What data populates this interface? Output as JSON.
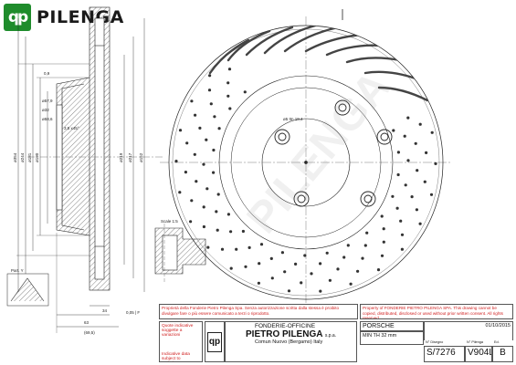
{
  "brand": {
    "name": "PILENGA",
    "badge": "qp",
    "color": "#1f8c2c"
  },
  "section_labels": {
    "left_dims": [
      "ø354",
      "ø244",
      "ø181",
      "ø190",
      "ø219",
      "ø217",
      "ø152",
      "ø153"
    ],
    "top_dims": [
      "0,9",
      "ø57,9",
      "ø32",
      "ø58,6",
      "3,5 x45°"
    ],
    "center_dim": "ø5 ttn 19,4",
    "scale_label": "Scale 1:5",
    "part_label": "Part. Y",
    "bottom_dims": [
      "34",
      "63",
      "(69,5)"
    ],
    "roughness": "0,05 | F"
  },
  "watermark": "PILENGA",
  "title_block": {
    "notice_red_left": "Proprietà della Fonderie Pietro Pilenga Spa. Senza autorizzazione scritta dalla stessa è proibito divulgare fare o più essere comunicato a terzi o riprodotto.",
    "notice_red_right": "Property of FONDERIE PIETRO PILENGA SPA. This drawing cannot be copied, distributed, disclosed or used without prior written consent. All rights reserved.",
    "notes_red": [
      "Quote indicative soggette a variazioni",
      "Indicative data subject to variations"
    ],
    "company_line1": "FONDERIE-OFFICINE",
    "company_line2": "PIETRO PILENGA",
    "company_suffix": "s.p.a.",
    "company_city": "Comun Nuovo (Bergamo) Italy",
    "brand_field": "PORSCHE",
    "min_th_label": "MIN TH",
    "min_th_value": "32",
    "min_th_unit": "mm",
    "date": "01/10/2015",
    "drawing_number": "S/7276",
    "part_number": "V904L",
    "revision": "B",
    "header_labels": [
      "N° Disegno",
      "N° Pilenga",
      "Ed."
    ]
  }
}
